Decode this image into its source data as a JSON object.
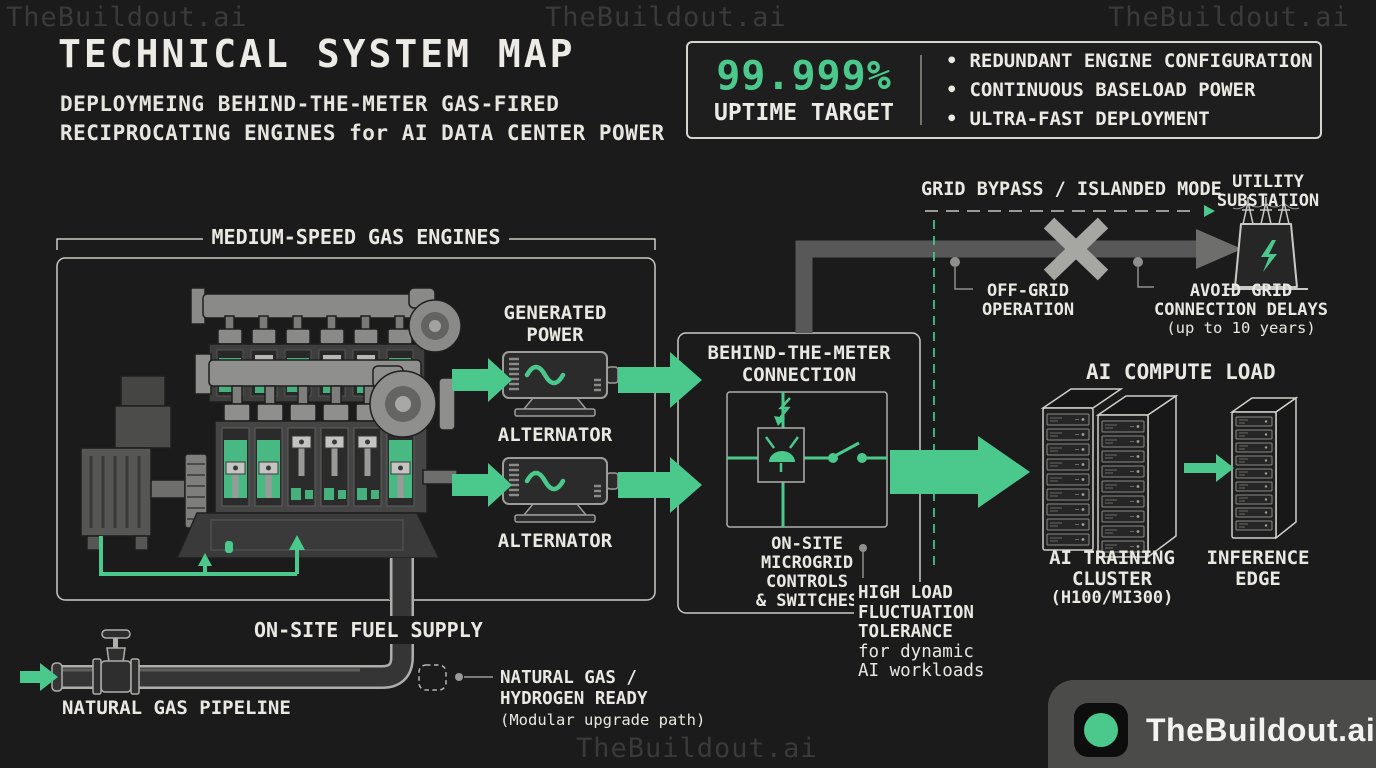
{
  "brand": {
    "watermark": "TheBuildout.ai",
    "logo_text": "TheBuildout.ai"
  },
  "header": {
    "title": "TECHNICAL SYSTEM MAP",
    "subtitle_line1": "DEPLOYMEING BEHIND-THE-METER GAS-FIRED",
    "subtitle_line2": "RECIPROCATING ENGINES for AI DATA CENTER POWER"
  },
  "uptime_panel": {
    "value": "99.999%",
    "label": "UPTIME TARGET",
    "bullet_glyph": "•",
    "bullets": [
      "REDUNDANT ENGINE CONFIGURATION",
      "CONTINUOUS BASELOAD POWER",
      "ULTRA-FAST DEPLOYMENT"
    ]
  },
  "engine_section": {
    "title": "MEDIUM-SPEED GAS ENGINES",
    "generated_power": "GENERATED POWER",
    "alternator_top": "ALTERNATOR",
    "alternator_bottom": "ALTERNATOR"
  },
  "btm_section": {
    "title_lines": [
      "BEHIND-THE-METER",
      "CONNECTION"
    ],
    "caption_lines": [
      "ON-SITE",
      "MICROGRID",
      "CONTROLS",
      "& SWITCHES"
    ]
  },
  "grid_section": {
    "bypass_label": "GRID BYPASS / ISLANDED MODE",
    "substation_lines": [
      "UTILITY",
      "SUBSTATION"
    ],
    "off_grid_lines": [
      "OFF-GRID",
      "OPERATION"
    ],
    "avoid_lines": [
      "AVOID GRID",
      "CONNECTION DELAYS",
      "(up to 10 years)"
    ]
  },
  "compute_section": {
    "title": "AI COMPUTE LOAD",
    "training_lines": [
      "AI TRAINING",
      "CLUSTER",
      "(H100/MI300)"
    ],
    "inference_lines": [
      "INFERENCE",
      "EDGE"
    ],
    "fluctuation_lines": [
      "HIGH LOAD",
      "FLUCTUATION",
      "TOLERANCE",
      "for dynamic",
      "AI workloads"
    ]
  },
  "fuel_section": {
    "title": "ON-SITE FUEL SUPPLY",
    "pipeline_label": "NATURAL GAS PIPELINE",
    "upgrade_lines": [
      "NATURAL GAS /",
      "HYDROGEN READY",
      "(Modular upgrade path)"
    ]
  },
  "colors": {
    "accent": "#4bc98c",
    "background": "#1b1b1b",
    "text": "#e9e8e2",
    "muted_gray": "#9a9a98",
    "watermark": "#3a3a3a"
  }
}
